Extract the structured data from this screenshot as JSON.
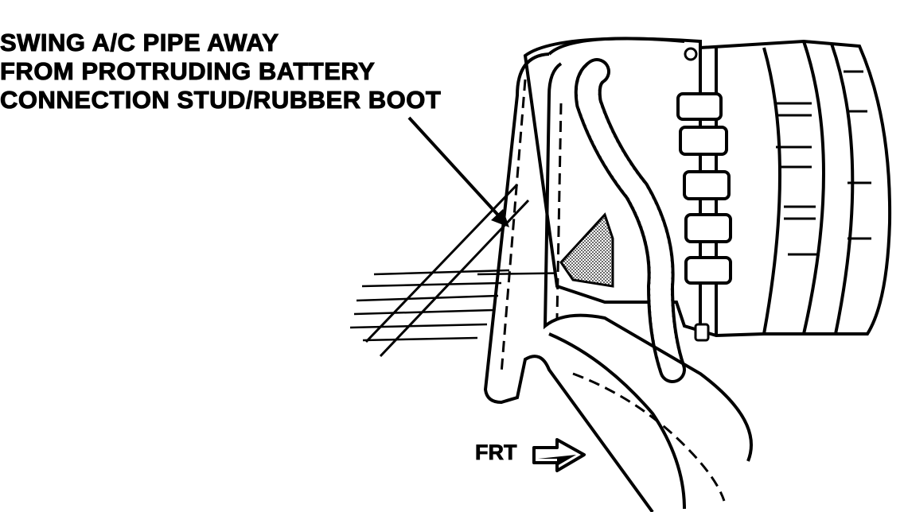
{
  "callout": {
    "lines": [
      "SWING A/C PIPE AWAY",
      "FROM PROTRUDING BATTERY",
      "CONNECTION STUD/RUBBER BOOT"
    ]
  },
  "direction": {
    "label": "FRT",
    "icon": "right-arrow-icon"
  },
  "colors": {
    "ink": "#000000",
    "paper": "#ffffff"
  }
}
